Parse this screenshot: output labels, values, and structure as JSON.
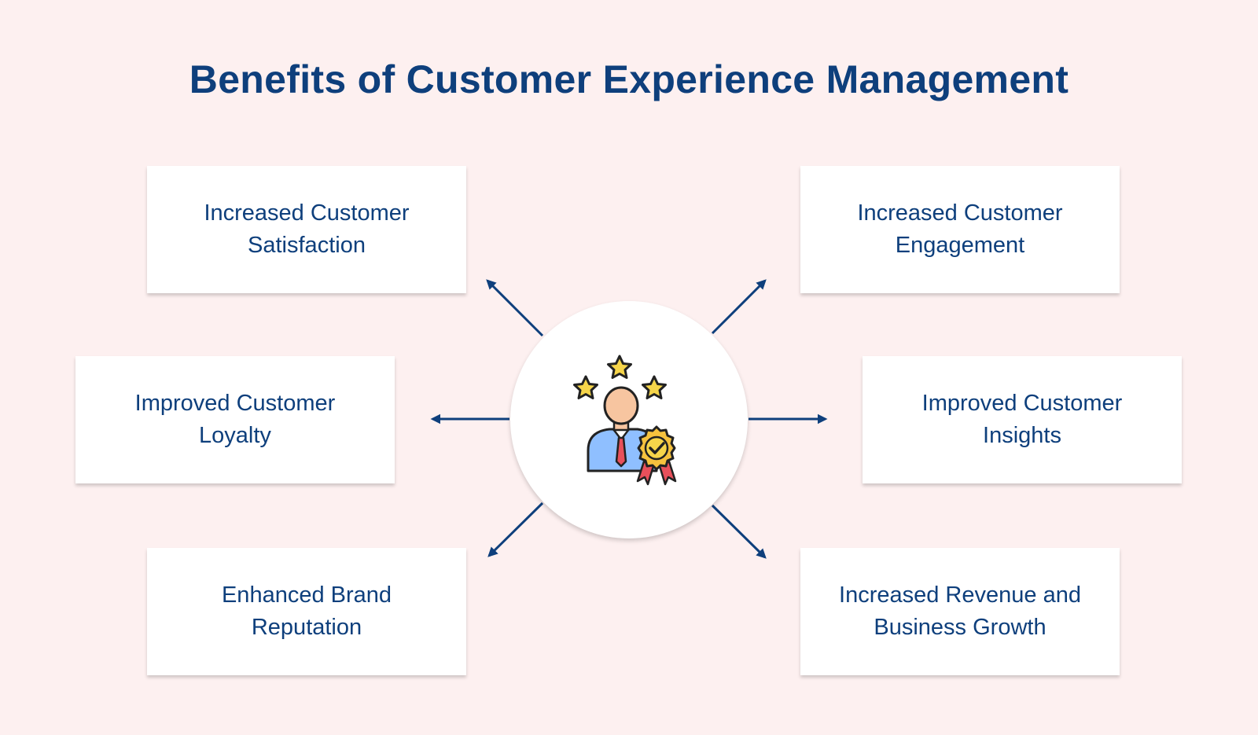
{
  "title": "Benefits of Customer Experience Management",
  "colors": {
    "background": "#fdf0f0",
    "text": "#0e3f7c",
    "arrow": "#0e3f7c",
    "card": "#ffffff"
  },
  "center_icon": "customer-award-icon",
  "benefits": {
    "top_left": "Increased Customer\nSatisfaction",
    "top_right": "Increased Customer\nEngagement",
    "middle_left": "Improved Customer\nLoyalty",
    "middle_right": "Improved Customer\nInsights",
    "bottom_left": "Enhanced Brand\nReputation",
    "bottom_right": "Increased Revenue and\nBusiness Growth"
  }
}
